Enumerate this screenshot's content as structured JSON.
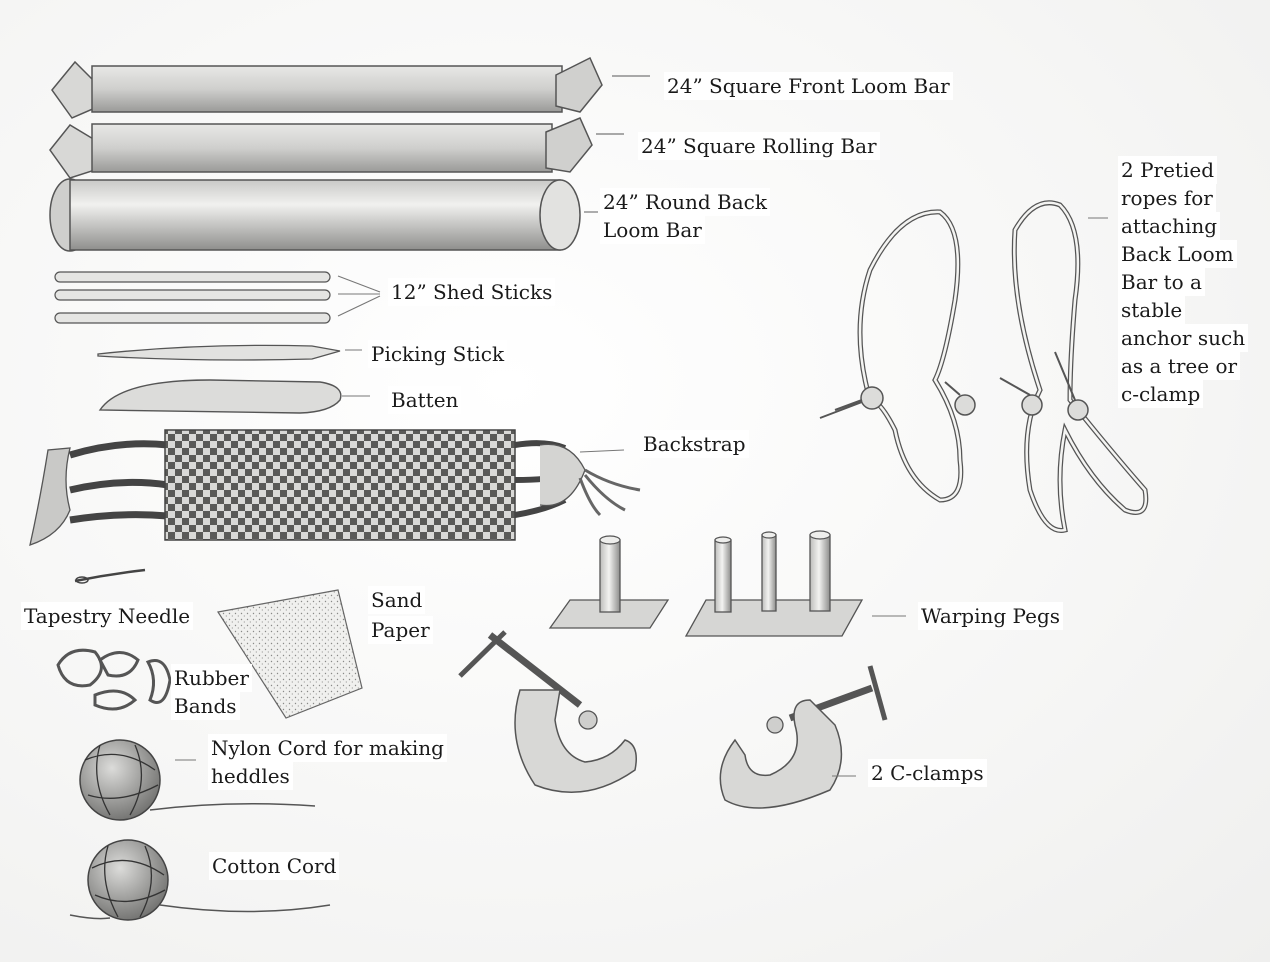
{
  "labels": {
    "front_bar": "24” Square Front Loom Bar",
    "rolling_bar": "24” Square Rolling Bar",
    "round_bar_1": "24” Round Back",
    "round_bar_2": "Loom Bar",
    "shed_sticks": "12” Shed Sticks",
    "picking_stick": "Picking Stick",
    "batten": "Batten",
    "backstrap": "Backstrap",
    "tapestry_needle": "Tapestry Needle",
    "sand_paper_1": "Sand",
    "sand_paper_2": "Paper",
    "rubber_bands_1": "Rubber",
    "rubber_bands_2": "Bands",
    "nylon_cord_1": "Nylon Cord for making",
    "nylon_cord_2": "heddles",
    "cotton_cord": "Cotton Cord",
    "warping_pegs": "Warping Pegs",
    "c_clamps": "2 C-clamps",
    "ropes_1": "2 Pretied",
    "ropes_2": "ropes for",
    "ropes_3": "attaching",
    "ropes_4": "Back Loom",
    "ropes_5": "Bar to a",
    "ropes_6": "stable",
    "ropes_7": "anchor such",
    "ropes_8": "as a tree or",
    "ropes_9": "c-clamp"
  },
  "colors": {
    "pencil": "#555555",
    "shade": "#bdbdbd",
    "light": "#e4e4e2"
  }
}
